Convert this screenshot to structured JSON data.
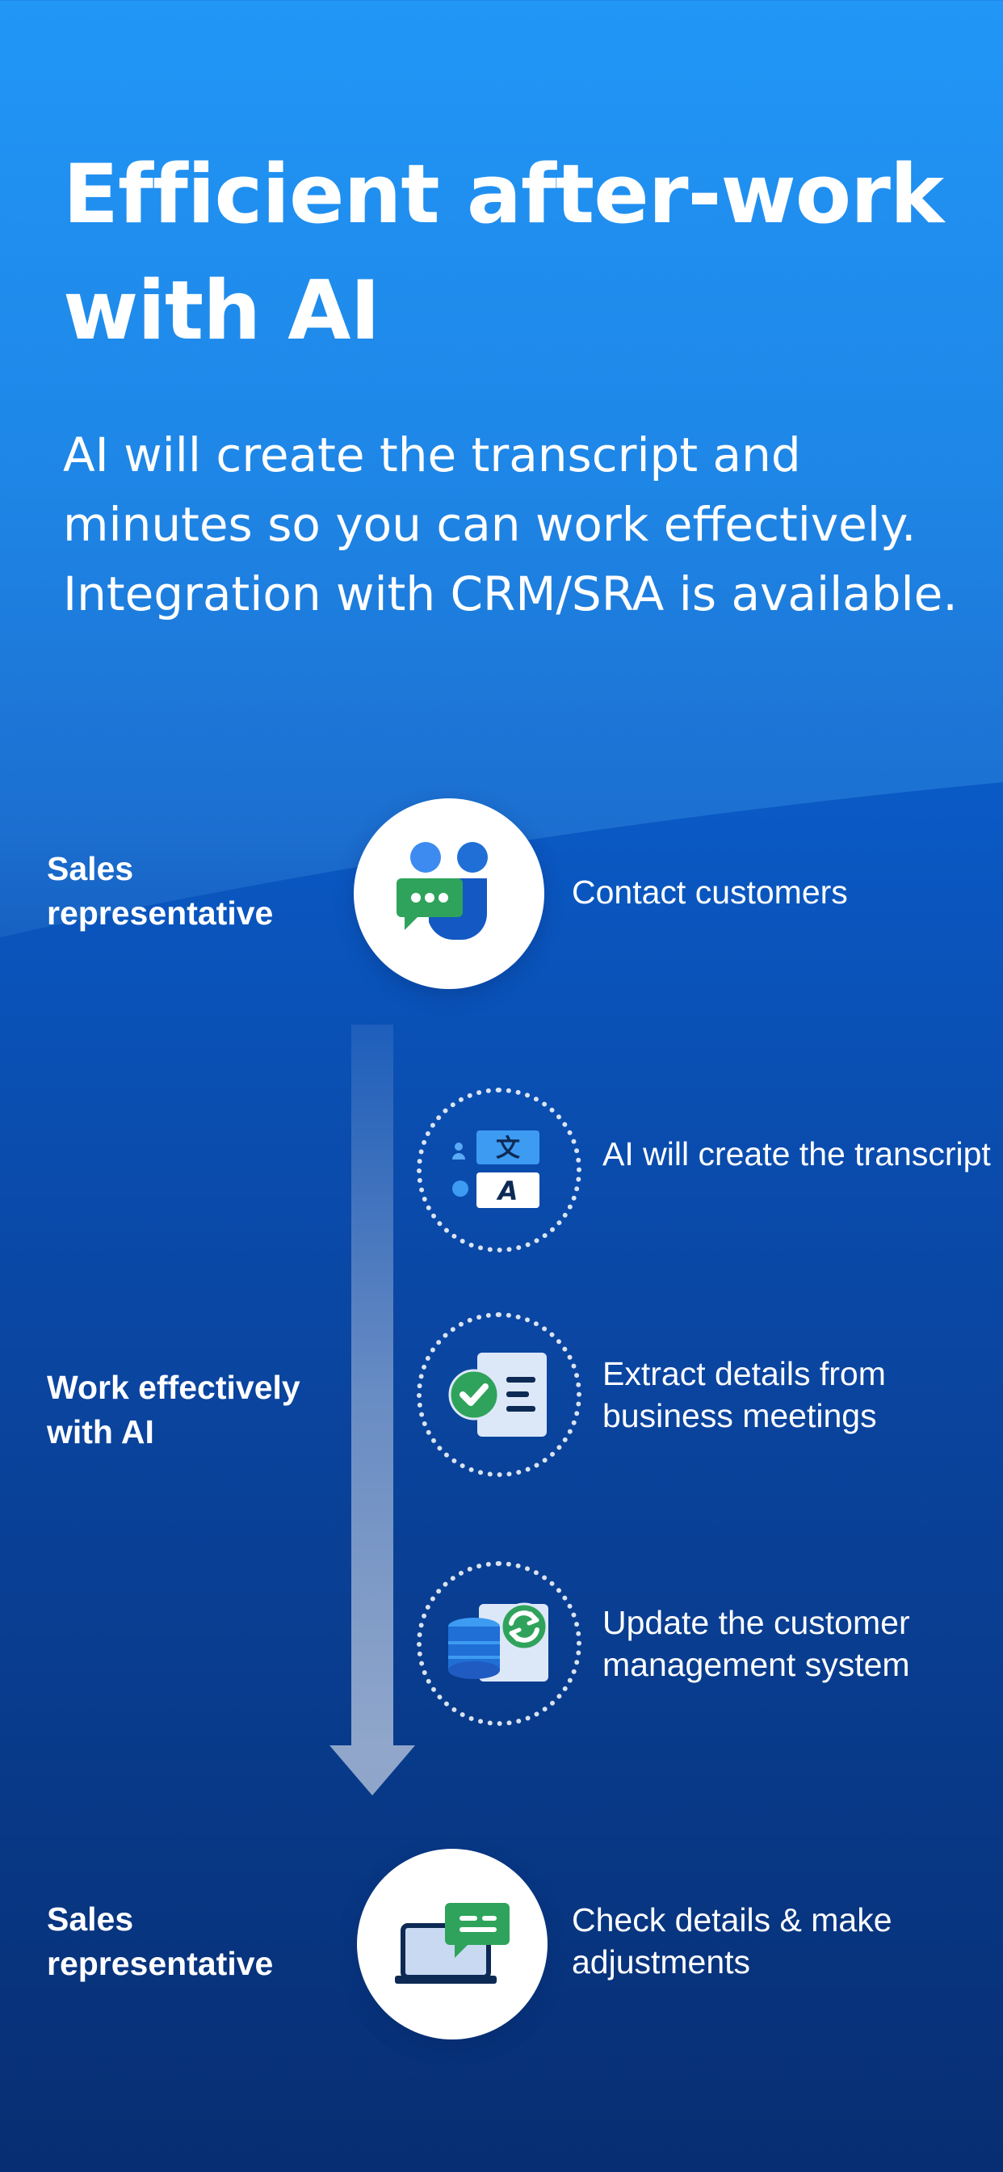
{
  "header": {
    "title": "Efficient after-work with AI",
    "subtitle": "AI will create the transcript and minutes so you can work effectively. Integration with CRM/SRA is available."
  },
  "roles": {
    "top": "Sales representative",
    "middle": "Work effectively with AI",
    "bottom": "Sales representative"
  },
  "steps": {
    "contact": "Contact customers",
    "transcript": "AI will create the transcript",
    "extract": "Extract details from business meetings",
    "update": "Update the customer management system",
    "check": "Check details & make adjustments"
  },
  "icons": {
    "contact": "chat-people-icon",
    "transcript": "translate-icon",
    "extract": "document-check-icon",
    "update": "database-sync-icon",
    "check": "laptop-chat-icon"
  },
  "colors": {
    "top_gradient": "#2196f7",
    "bottom_gradient": "#082f74",
    "accent_green": "#2fa35b",
    "accent_blue": "#1f6fd6",
    "icon_navy": "#0d2a55"
  }
}
